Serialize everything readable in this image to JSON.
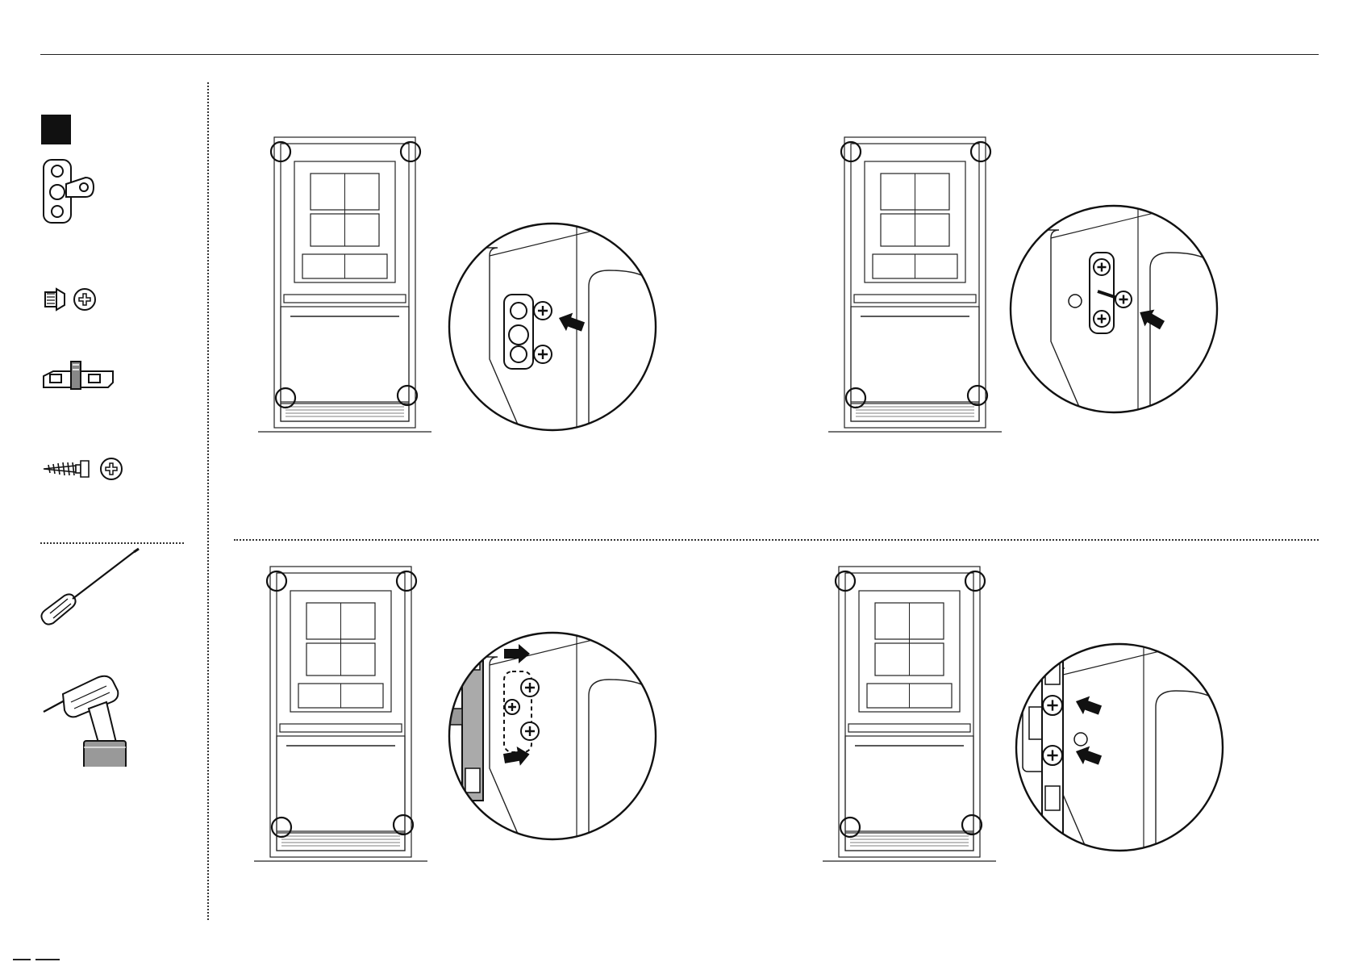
{
  "document": {
    "kind": "installation-instructions-page"
  },
  "parts_column": {
    "step_marker_color": "#111111",
    "items": [
      {
        "icon": "hinge-bracket-icon"
      },
      {
        "icon": "short-screw-icon",
        "head": "phillips-head-icon"
      },
      {
        "icon": "spacer-clip-icon"
      },
      {
        "icon": "wood-screw-icon",
        "head": "phillips-head-icon"
      }
    ],
    "tools": [
      {
        "icon": "screwdriver-icon"
      },
      {
        "icon": "cordless-drill-icon"
      }
    ]
  },
  "panels": [
    {
      "id": "step-a",
      "detail": "bracket-with-screws-detail",
      "arrows": 1
    },
    {
      "id": "step-b",
      "detail": "screw-insertion-detail",
      "arrows": 1
    },
    {
      "id": "step-c",
      "detail": "spacer-removal-detail",
      "arrows": 2
    },
    {
      "id": "step-d",
      "detail": "final-screws-detail",
      "arrows": 2
    }
  ]
}
